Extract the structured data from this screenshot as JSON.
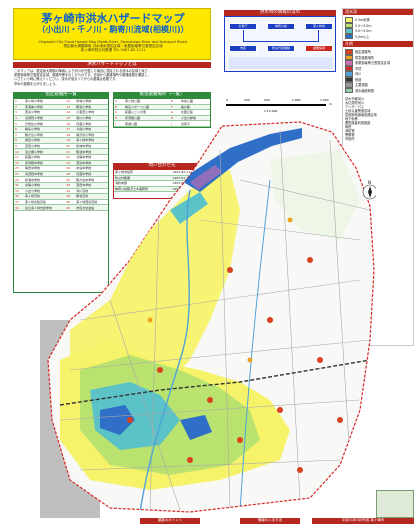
{
  "title": {
    "main": "茅ヶ崎市洪水ハザードマップ",
    "sub": "（小出川・千ノ川・駒寄川流域(相模川)）",
    "en_lines": [
      "Chigasaki City Flood Hazard Map (Koide River, Sennokawa River and Komayori River)",
      "想定最大規模降雨 洪水浸水想定区域・家屋倒壊等氾濫想定区域",
      "茅ヶ崎市防災対策課 TEL 0467-82-1111"
    ]
  },
  "sections": {
    "about_header": "洪水ハザードマップとは",
    "about_lines": [
      "このマップは、想定最大規模の降雨により河川が氾濫した場合に想定される浸水の区域と深さ、",
      "家屋倒壊等氾濫想定区域、避難所等を示したものです。日頃から避難場所や避難経路を確認し、",
      "いざという時に備えてください。浸水が始まってからの避難は危険です。",
      "早めの避難を心がけましょう。"
    ],
    "evac_header": "指定避難所一覧",
    "evac_rows": [
      [
        "1",
        "茅ヶ崎小学校",
        "12",
        "松林小学校"
      ],
      [
        "2",
        "東海岸小学校",
        "13",
        "鶴嶺小学校"
      ],
      [
        "3",
        "西浜小学校",
        "14",
        "小和田小学校"
      ],
      [
        "4",
        "浜須賀小学校",
        "15",
        "香川小学校"
      ],
      [
        "5",
        "汐見台小学校",
        "16",
        "円蔵小学校"
      ],
      [
        "6",
        "柳島小学校",
        "17",
        "今宿小学校"
      ],
      [
        "7",
        "鶴が台小学校",
        "18",
        "緑が浜小学校"
      ],
      [
        "8",
        "梅田小学校",
        "19",
        "茅ヶ崎中学校"
      ],
      [
        "9",
        "室田小学校",
        "20",
        "松林中学校"
      ],
      [
        "10",
        "浜之郷小学校",
        "21",
        "鶴嶺中学校"
      ],
      [
        "11",
        "萩園小学校",
        "22",
        "北陽中学校"
      ],
      [
        "23",
        "赤羽根中学校",
        "24",
        "西浜中学校"
      ],
      [
        "25",
        "梅田中学校",
        "26",
        "中島中学校"
      ],
      [
        "27",
        "浜須賀中学校",
        "28",
        "円蔵中学校"
      ],
      [
        "29",
        "松浪中学校",
        "30",
        "鶴が台中学校"
      ],
      [
        "31",
        "北陽小学校",
        "32",
        "室田中学校"
      ],
      [
        "33",
        "小出小学校",
        "34",
        "寒川高校"
      ],
      [
        "35",
        "茅ヶ崎高校",
        "36",
        "鶴嶺高校"
      ],
      [
        "37",
        "茅ヶ崎北陵高校",
        "38",
        "茅ヶ崎西浜高校"
      ],
      [
        "39",
        "県立茅ヶ崎支援学校",
        "40",
        "市民文化会館"
      ]
    ],
    "shelter_header": "緊急避難場所（一覧）",
    "shelter_rows": [
      [
        "A",
        "茅ヶ崎公園",
        "E",
        "中央公園"
      ],
      [
        "B",
        "柳島スポーツ公園",
        "F",
        "堤の森"
      ],
      [
        "C",
        "萩園いこいの里",
        "G",
        "北部丘陵"
      ],
      [
        "D",
        "赤羽根公園",
        "H",
        "小出川緑地"
      ],
      [
        "I",
        "南湖公園",
        "J",
        "浜見平"
      ]
    ],
    "contact_header": "問い合わせ先",
    "contact_rows": [
      [
        "茅ヶ崎市役所",
        "0467-82-1111"
      ],
      [
        "防災対策課",
        "0467-81-7140"
      ],
      [
        "消防本部",
        "0467-85-4591"
      ],
      [
        "神奈川県藤沢土木事務所",
        "0466-26-2111"
      ]
    ],
    "flow_header": "洪水時の情報の流れ",
    "flow_boxes": [
      "気象庁",
      "神奈川県",
      "茅ヶ崎市",
      "市民",
      "防災行政無線",
      "避難情報"
    ]
  },
  "legend": {
    "depth_header": "浸水深",
    "depth_items": [
      {
        "label": "0.5m未満",
        "color": "#f6f36a"
      },
      {
        "label": "0.5〜3.0m",
        "color": "#b9e36e"
      },
      {
        "label": "3.0〜5.0m",
        "color": "#5bc2c8"
      },
      {
        "label": "5.0m以上",
        "color": "#2f6fc7"
      }
    ],
    "sym_header": "凡例",
    "sym_items": [
      {
        "label": "指定避難所",
        "color": "#d8421f"
      },
      {
        "label": "緊急避難場所",
        "color": "#f0a020"
      },
      {
        "label": "家屋倒壊等氾濫想定区域",
        "color": "#d06fb2"
      },
      {
        "label": "市境",
        "color": "#d62828"
      },
      {
        "label": "河川",
        "color": "#4fa3d9"
      },
      {
        "label": "鉄道",
        "color": "#333333"
      },
      {
        "label": "主要道路",
        "color": "#999999"
      },
      {
        "label": "浸水継続時間",
        "color": "#8fd1a3"
      }
    ],
    "extra_lines": [
      "洪水予報河川",
      "水位周知河川",
      "アンダーパス",
      "土砂災害警戒区域",
      "急傾斜地崩壊危険区域",
      "地下街等",
      "要配慮者利用施設",
      "病院",
      "消防署",
      "警察署",
      "市役所"
    ]
  },
  "scale": {
    "ticks": [
      "0",
      "250",
      "500",
      "1,000",
      "1,500"
    ],
    "unit": "m",
    "ratio": "1:15,000"
  },
  "north": "N",
  "footer": {
    "left": "避難のポイント",
    "middle": "情報の入手方法",
    "right": "平成31年3月作成 茅ヶ崎市"
  },
  "colors": {
    "title_bg": "#ffe800",
    "green": "#2e8b3c",
    "red": "#b5271f",
    "flood_light": "#f6f36a",
    "flood_mid": "#b9e36e",
    "flood_deep": "#5bc2c8",
    "flood_deepest": "#2f6fc7"
  }
}
